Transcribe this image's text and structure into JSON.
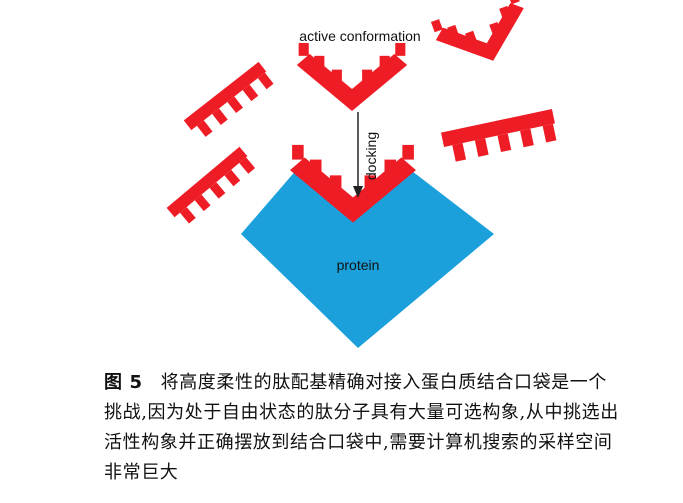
{
  "figure": {
    "label_active": "active conformation",
    "label_docking": "docking",
    "label_protein": "protein",
    "colors": {
      "peptide": "#ee1c24",
      "protein": "#1ba0dc",
      "arrow": "#222222"
    }
  },
  "caption": {
    "number": "图 5",
    "text": "将高度柔性的肽配基精确对接入蛋白质结合口袋是一个挑战,因为处于自由状态的肽分子具有大量可选构象,从中挑选出活性构象并正确摆放到结合口袋中,需要计算机搜索的采样空间非常巨大"
  }
}
